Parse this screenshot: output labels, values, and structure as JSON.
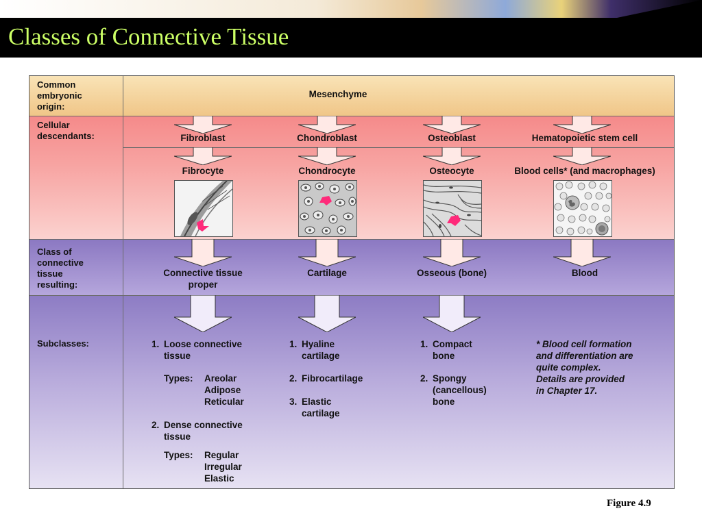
{
  "slide": {
    "title": "Classes of Connective Tissue",
    "figure_label": "Figure 4.9"
  },
  "colors": {
    "title_text": "#ccff66",
    "title_bar": "#000000",
    "origin_band": "#f4d29e",
    "cellular_band": "#f7a3a1",
    "class_band": "#9e8ed0",
    "subclass_band": "#c9bfe6",
    "arrow_fill": "#ffe9e6",
    "marker": "#ff2a7a"
  },
  "row_labels": {
    "origin": "Common\nembryonic\norigin:",
    "cellular": "Cellular\ndescendants:",
    "class": "Class of\nconnective\ntissue\nresulting:",
    "subclasses": "Subclasses:"
  },
  "origin": "Mesenchyme",
  "columns": [
    {
      "blast": "Fibroblast",
      "mature": "Fibrocyte",
      "tissue_class": "Connective tissue\nproper",
      "micrograph_icon": "fibrocyte-micrograph"
    },
    {
      "blast": "Chondroblast",
      "mature": "Chondrocyte",
      "tissue_class": "Cartilage",
      "micrograph_icon": "chondrocyte-micrograph"
    },
    {
      "blast": "Osteoblast",
      "mature": "Osteocyte",
      "tissue_class": "Osseous (bone)",
      "micrograph_icon": "osteocyte-micrograph"
    },
    {
      "blast": "Hematopoietic stem cell",
      "mature": "Blood cells* (and macrophages)",
      "tissue_class": "Blood",
      "micrograph_icon": "blood-cells-micrograph"
    }
  ],
  "subclasses": {
    "ctp": {
      "i1_num": "1.",
      "i1_text": "Loose connective",
      "i1_text2": "tissue",
      "t1_label": "Types:",
      "t1_a": "Areolar",
      "t1_b": "Adipose",
      "t1_c": "Reticular",
      "i2_num": "2.",
      "i2_text": "Dense connective",
      "i2_text2": "tissue",
      "t2_label": "Types:",
      "t2_a": "Regular",
      "t2_b": "Irregular",
      "t2_c": "Elastic"
    },
    "cartilage": {
      "i1_num": "1.",
      "i1_text": "Hyaline",
      "i1_text2": "cartilage",
      "i2_num": "2.",
      "i2_text": "Fibrocartilage",
      "i3_num": "3.",
      "i3_text": "Elastic",
      "i3_text2": "cartilage"
    },
    "bone": {
      "i1_num": "1.",
      "i1_text": "Compact",
      "i1_text2": "bone",
      "i2_num": "2.",
      "i2_text": "Spongy",
      "i2_text2": "(cancellous)",
      "i2_text3": "bone"
    },
    "blood_note": "* Blood cell formation\n  and differentiation are\n  quite complex.\n  Details are provided\n  in Chapter 17."
  }
}
